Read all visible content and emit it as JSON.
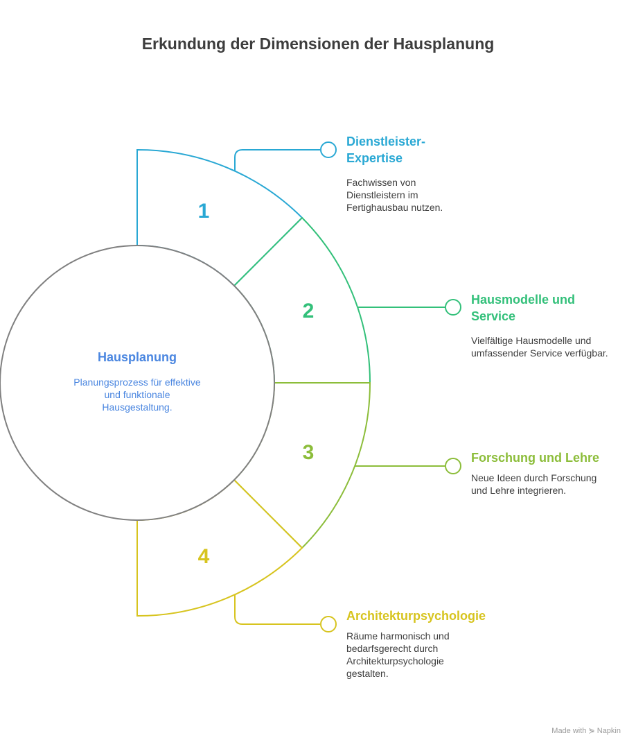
{
  "title": "Erkundung der Dimensionen der Hausplanung",
  "center": {
    "title": "Hausplanung",
    "description": "Planungsprozess für effektive und funktionale Hausgestaltung."
  },
  "segments": [
    {
      "number": "1",
      "title": "Dienstleister-Expertise",
      "description": "Fachwissen von Dienstleistern im Fertighausbau nutzen.",
      "color": "#29a8d4"
    },
    {
      "number": "2",
      "title": "Hausmodelle und Service",
      "description": "Vielfältige Hausmodelle und umfassender Service verfügbar.",
      "color": "#33c07a"
    },
    {
      "number": "3",
      "title": "Forschung und Lehre",
      "description": "Neue Ideen durch Forschung und Lehre integrieren.",
      "color": "#8cbd3a"
    },
    {
      "number": "4",
      "title": "Architekturpsychologie",
      "description": "Räume harmonisch und bedarfsgerecht durch Architekturpsychologie gestalten.",
      "color": "#d7c41f"
    }
  ],
  "footer": "Made with ⋟ Napkin"
}
